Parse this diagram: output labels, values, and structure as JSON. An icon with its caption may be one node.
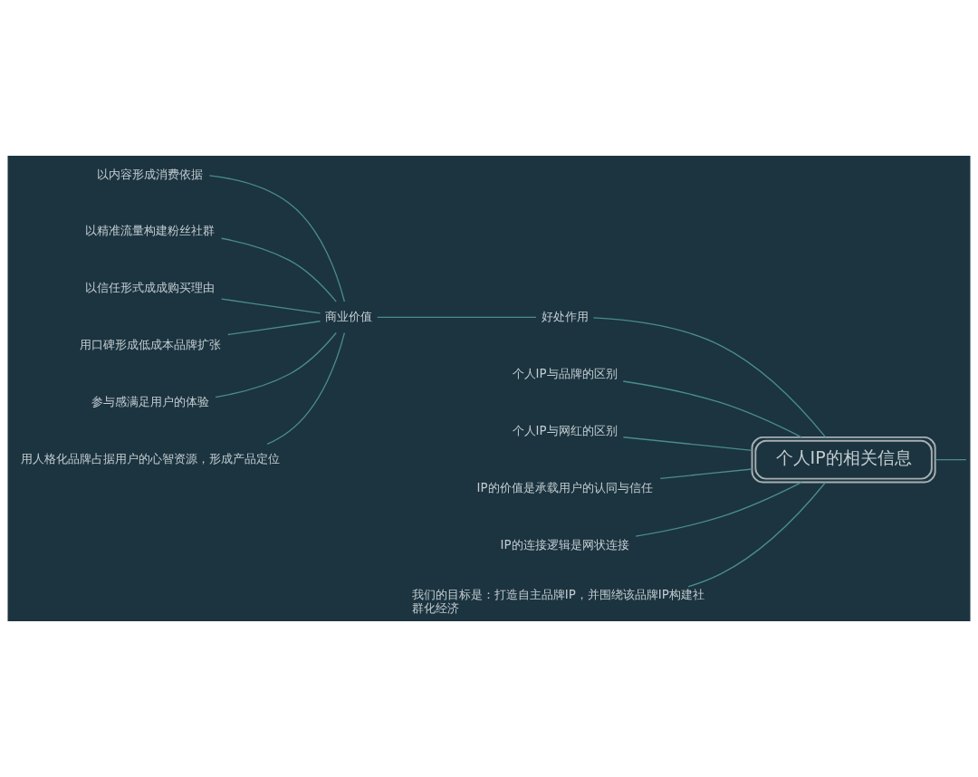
{
  "diagram": {
    "nodes": [
      {
        "text": [
          "个人IP的相关信息"
        ]
      },
      {
        "text": [
          "好处作用"
        ]
      },
      {
        "text": [
          "商业价值"
        ]
      },
      {
        "text": [
          "以内容形成消费依据"
        ]
      },
      {
        "text": [
          "以精准流量构建粉丝社群"
        ]
      },
      {
        "text": [
          "以信任形式成成购买理由"
        ]
      },
      {
        "text": [
          "用口碑形成低成本品牌扩张"
        ]
      },
      {
        "text": [
          "参与感满足用户的体验"
        ]
      },
      {
        "text": [
          "用人格化品牌占据用户的心智资源，形成产品定位"
        ]
      },
      {
        "text": [
          "个人IP与品牌的区别"
        ]
      },
      {
        "text": [
          "个人IP与网红的区别"
        ]
      },
      {
        "text": [
          "IP的价值是承载用户的认同与信任"
        ]
      },
      {
        "text": [
          "IP的连接逻辑是网状连接"
        ]
      },
      {
        "text": [
          "我们的目标是：打造自主品牌IP，并围绕该品牌IP构建社群化经济"
        ]
      }
    ],
    "edges": [
      {
        "from": 0,
        "to": 1,
        "arrow": "none"
      },
      {
        "from": 1,
        "to": 2,
        "arrow": "none"
      },
      {
        "from": 2,
        "to": 3,
        "arrow": "none"
      },
      {
        "from": 2,
        "to": 4,
        "arrow": "none"
      },
      {
        "from": 2,
        "to": 5,
        "arrow": "none"
      },
      {
        "from": 2,
        "to": 6,
        "arrow": "none"
      },
      {
        "from": 2,
        "to": 7,
        "arrow": "none"
      },
      {
        "from": 2,
        "to": 8,
        "arrow": "none"
      },
      {
        "from": 0,
        "to": 9,
        "arrow": "none"
      },
      {
        "from": 0,
        "to": 10,
        "arrow": "none"
      },
      {
        "from": 0,
        "to": 11,
        "arrow": "none"
      },
      {
        "from": 0,
        "to": 12,
        "arrow": "none"
      },
      {
        "from": 0,
        "to": 13,
        "arrow": "none"
      },
      {
        "from": 0,
        "to": null,
        "arrow": "none"
      }
    ]
  }
}
